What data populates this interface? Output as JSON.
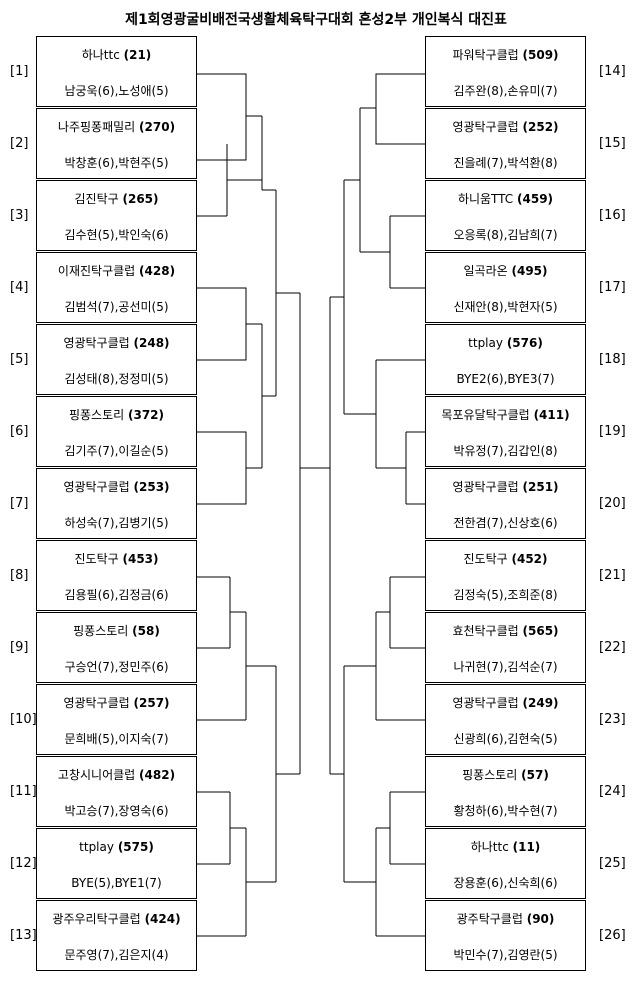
{
  "title": "제1회영광굴비배전국생활체육탁구대회   혼성2부 개인복식 대진표",
  "left_entries": [
    {
      "seed": "[1]",
      "team": "하나ttc",
      "code": "(21)",
      "players": "남궁욱(6),노성애(5)"
    },
    {
      "seed": "[2]",
      "team": "나주핑퐁패밀리",
      "code": "(270)",
      "players": "박창훈(6),박현주(5)"
    },
    {
      "seed": "[3]",
      "team": "김진탁구",
      "code": "(265)",
      "players": "김수현(5),박인숙(6)"
    },
    {
      "seed": "[4]",
      "team": "이재진탁구클럽",
      "code": "(428)",
      "players": "김범석(7),공선미(5)"
    },
    {
      "seed": "[5]",
      "team": "영광탁구클럽",
      "code": "(248)",
      "players": "김성태(8),정정미(5)"
    },
    {
      "seed": "[6]",
      "team": "핑퐁스토리",
      "code": "(372)",
      "players": "김기주(7),이길순(5)"
    },
    {
      "seed": "[7]",
      "team": "영광탁구클럽",
      "code": "(253)",
      "players": "하성숙(7),김병기(5)"
    },
    {
      "seed": "[8]",
      "team": "진도탁구",
      "code": "(453)",
      "players": "김용필(6),김정금(6)"
    },
    {
      "seed": "[9]",
      "team": "핑퐁스토리",
      "code": "(58)",
      "players": "구승언(7),정민주(6)"
    },
    {
      "seed": "[10]",
      "team": "영광탁구클럽",
      "code": "(257)",
      "players": "문희배(5),이지숙(7)"
    },
    {
      "seed": "[11]",
      "team": "고창시니어클럽",
      "code": "(482)",
      "players": "박고승(7),장영숙(6)"
    },
    {
      "seed": "[12]",
      "team": "ttplay",
      "code": "(575)",
      "players": "BYE(5),BYE1(7)"
    },
    {
      "seed": "[13]",
      "team": "광주우리탁구클럽",
      "code": "(424)",
      "players": "문주영(7),김은지(4)"
    }
  ],
  "right_entries": [
    {
      "seed": "[14]",
      "team": "파워탁구클럽",
      "code": "(509)",
      "players": "김주완(8),손유미(7)"
    },
    {
      "seed": "[15]",
      "team": "영광탁구클럽",
      "code": "(252)",
      "players": "진을례(7),박석환(8)"
    },
    {
      "seed": "[16]",
      "team": "하니움TTC",
      "code": "(459)",
      "players": "오응록(8),김남희(7)"
    },
    {
      "seed": "[17]",
      "team": "일곡라온",
      "code": "(495)",
      "players": "신재안(8),박현자(5)"
    },
    {
      "seed": "[18]",
      "team": "ttplay",
      "code": "(576)",
      "players": "BYE2(6),BYE3(7)"
    },
    {
      "seed": "[19]",
      "team": "목포유달탁구클럽",
      "code": "(411)",
      "players": "박유정(7),김갑인(8)"
    },
    {
      "seed": "[20]",
      "team": "영광탁구클럽",
      "code": "(251)",
      "players": "전한겸(7),신상호(6)"
    },
    {
      "seed": "[21]",
      "team": "진도탁구",
      "code": "(452)",
      "players": "김정숙(5),조희준(8)"
    },
    {
      "seed": "[22]",
      "team": "효천탁구클럽",
      "code": "(565)",
      "players": "나귀현(7),김석순(7)"
    },
    {
      "seed": "[23]",
      "team": "영광탁구클럽",
      "code": "(249)",
      "players": "신광희(6),김현숙(5)"
    },
    {
      "seed": "[24]",
      "team": "핑퐁스토리",
      "code": "(57)",
      "players": "황청하(6),박수현(7)"
    },
    {
      "seed": "[25]",
      "team": "하나ttc",
      "code": "(11)",
      "players": "장용훈(6),신숙희(6)"
    },
    {
      "seed": "[26]",
      "team": "광주탁구클럽",
      "code": "(90)",
      "players": "박민수(7),김영란(5)"
    }
  ]
}
